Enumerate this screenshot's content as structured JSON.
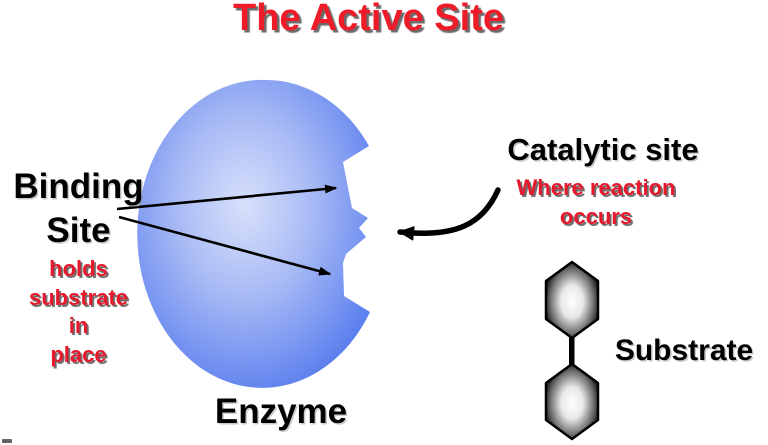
{
  "title": "The Active Site",
  "labels": {
    "binding_site": "Binding\nSite",
    "binding_site_note": "holds\nsubstrate\nin\nplace",
    "catalytic_site": "Catalytic site",
    "catalytic_site_note": "Where reaction\noccurs",
    "enzyme": "Enzyme",
    "substrate": "Substrate"
  },
  "colors": {
    "background": "#ffffff",
    "title_red": "#ed1c28",
    "note_red": "#e8192c",
    "label_black": "#000000",
    "enzyme_center": "#d2dcf8",
    "enzyme_edge": "#5a7eee",
    "substrate_center": "#ffffff",
    "substrate_edge": "#0a0a0a",
    "arrow_black": "#000000"
  },
  "icons": {
    "enzyme_shape": "blue-sphere-with-notched-active-site",
    "binding_arrows": "two-straight-pointer-arrows",
    "catalytic_arrow": "curved-pointer-arrow",
    "substrate_molecule": "two-hexagons-joined-by-bond"
  }
}
